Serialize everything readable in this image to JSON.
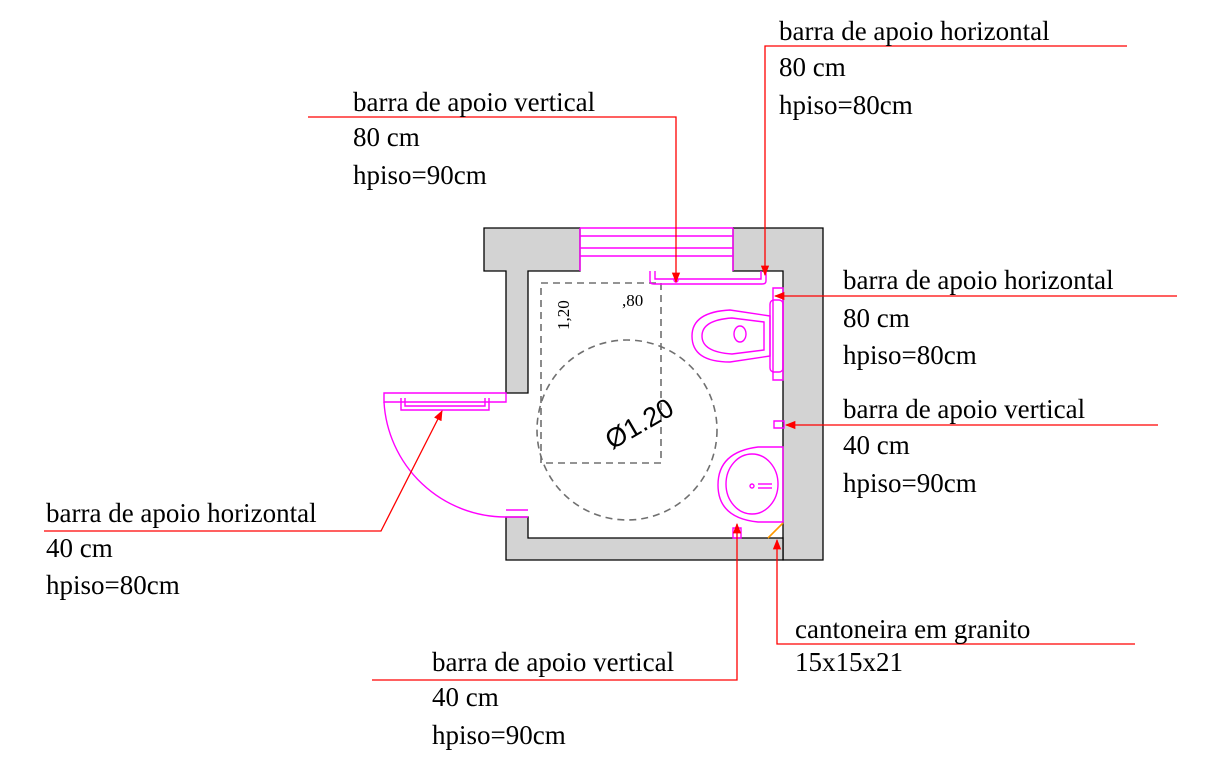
{
  "colors": {
    "wall_fill": "#d3d3d3",
    "fixtures": "#ff00ff",
    "leaders": "#ff0000",
    "corner_piece": "#ff9900",
    "dashed": "#707070"
  },
  "plan": {
    "turning_circle_label": "Ø1.20",
    "module_width_label": ",80",
    "module_depth_label": "1,20"
  },
  "callouts": {
    "vertical_top": {
      "title": "barra de apoio vertical",
      "size": "80 cm",
      "height": "hpiso=90cm"
    },
    "horizontal_top": {
      "title": "barra de apoio horizontal",
      "size": "80 cm",
      "height": "hpiso=80cm"
    },
    "horizontal_right": {
      "title": "barra de apoio horizontal",
      "size": "80 cm",
      "height": "hpiso=80cm"
    },
    "vertical_right": {
      "title": "barra de apoio vertical",
      "size": "40 cm",
      "height": "hpiso=90cm"
    },
    "horizontal_door": {
      "title": "barra de apoio horizontal",
      "size": "40 cm",
      "height": "hpiso=80cm"
    },
    "vertical_bottom": {
      "title": "barra de apoio vertical",
      "size": "40 cm",
      "height": "hpiso=90cm"
    },
    "corner": {
      "title": "cantoneira em granito",
      "size": "15x15x21"
    }
  }
}
